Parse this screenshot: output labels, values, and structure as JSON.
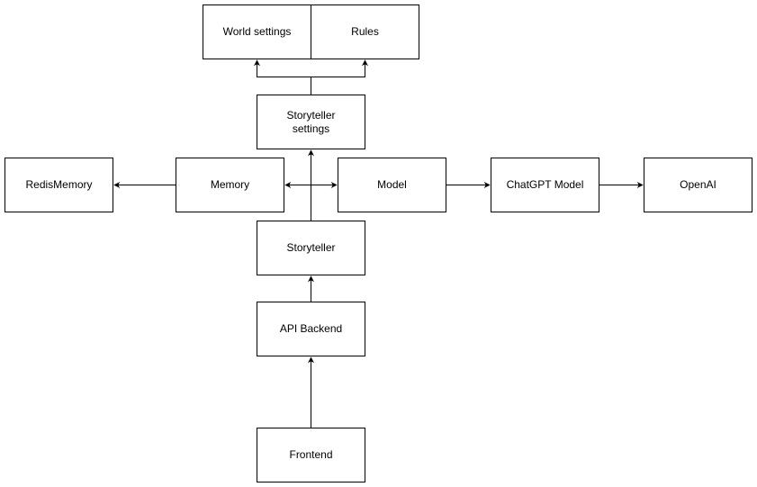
{
  "diagram": {
    "nodes": {
      "world_settings": "World settings",
      "rules": "Rules",
      "storyteller_settings": "Storyteller settings",
      "redis_memory": "RedisMemory",
      "memory": "Memory",
      "model": "Model",
      "chatgpt_model": "ChatGPT Model",
      "openai": "OpenAI",
      "storyteller": "Storyteller",
      "api_backend": "API Backend",
      "frontend": "Frontend"
    },
    "edges": [
      {
        "from": "storyteller_settings",
        "to": "world_settings"
      },
      {
        "from": "storyteller_settings",
        "to": "rules"
      },
      {
        "from": "memory",
        "to": "redis_memory"
      },
      {
        "from": "memory",
        "to": "model",
        "bidirectional": true
      },
      {
        "from": "model",
        "to": "chatgpt_model"
      },
      {
        "from": "chatgpt_model",
        "to": "openai"
      },
      {
        "from": "storyteller",
        "to": "storyteller_settings"
      },
      {
        "from": "api_backend",
        "to": "storyteller"
      },
      {
        "from": "frontend",
        "to": "api_backend"
      }
    ],
    "colors": {
      "stroke": "#000000",
      "fill": "#ffffff",
      "text": "#000000"
    }
  }
}
